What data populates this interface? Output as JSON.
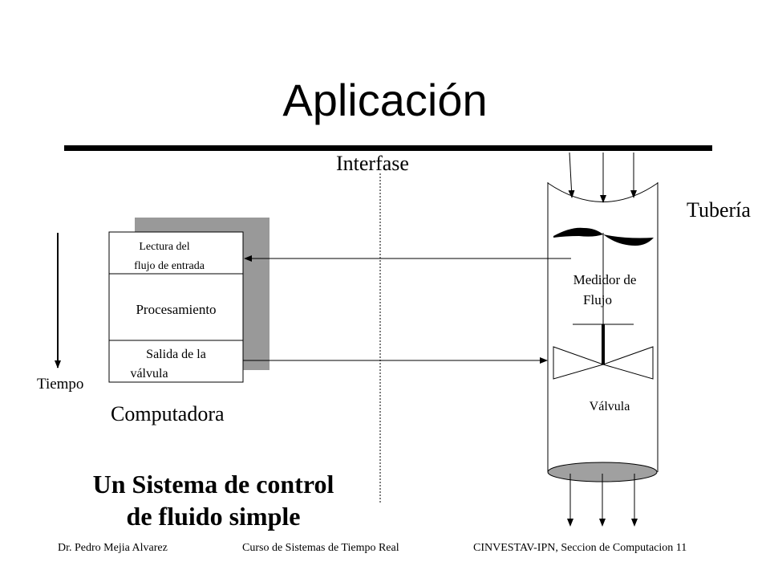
{
  "slide": {
    "title": "Aplicación",
    "interfase_label": "Interfase",
    "tuberia_label": "Tubería",
    "tiempo_label": "Tiempo",
    "computadora_label": "Computadora",
    "steps": [
      {
        "line1": "Lectura del",
        "line2": "flujo de entrada"
      },
      {
        "line1": "Procesamiento"
      },
      {
        "line1": "Salida de la",
        "line2": "válvula"
      }
    ],
    "medidor_line1": "Medidor de",
    "medidor_line2": "Flujo",
    "valvula_label": "Válvula",
    "bottom_title_line1": "Un Sistema de control",
    "bottom_title_line2": "de fluido simple"
  },
  "footer": {
    "author": "Dr. Pedro Mejia Alvarez",
    "course": "Curso de Sistemas de Tiempo Real",
    "institution_page": "CINVESTAV-IPN, Seccion de Computacion 11"
  },
  "colors": {
    "shadow": "#999999",
    "ellipse_fill": "#a0a0a0",
    "foreground": "#000000"
  }
}
